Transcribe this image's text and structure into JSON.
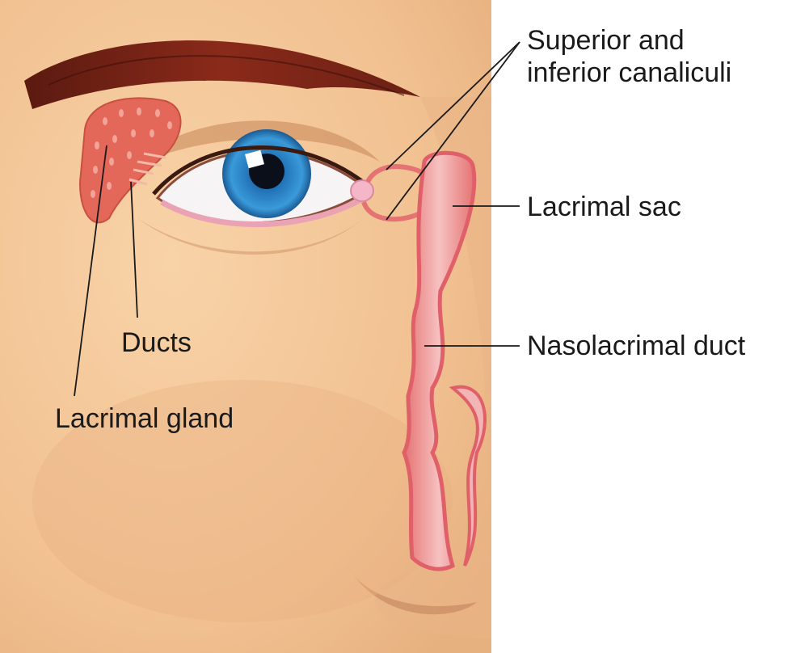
{
  "figure": {
    "labels": {
      "canaliculi_line1": "Superior and",
      "canaliculi_line2": "inferior canaliculi",
      "lacrimal_sac": "Lacrimal sac",
      "nasolacrimal_duct": "Nasolacrimal duct",
      "ducts": "Ducts",
      "lacrimal_gland": "Lacrimal gland"
    },
    "colors": {
      "skin": "#f4c79a",
      "eyebrow": "#7a2418",
      "gland": "#e4685a",
      "iris": "#2f86c8",
      "duct_pink": "#ef9a9a",
      "leader_line": "#1a1a1a"
    }
  }
}
